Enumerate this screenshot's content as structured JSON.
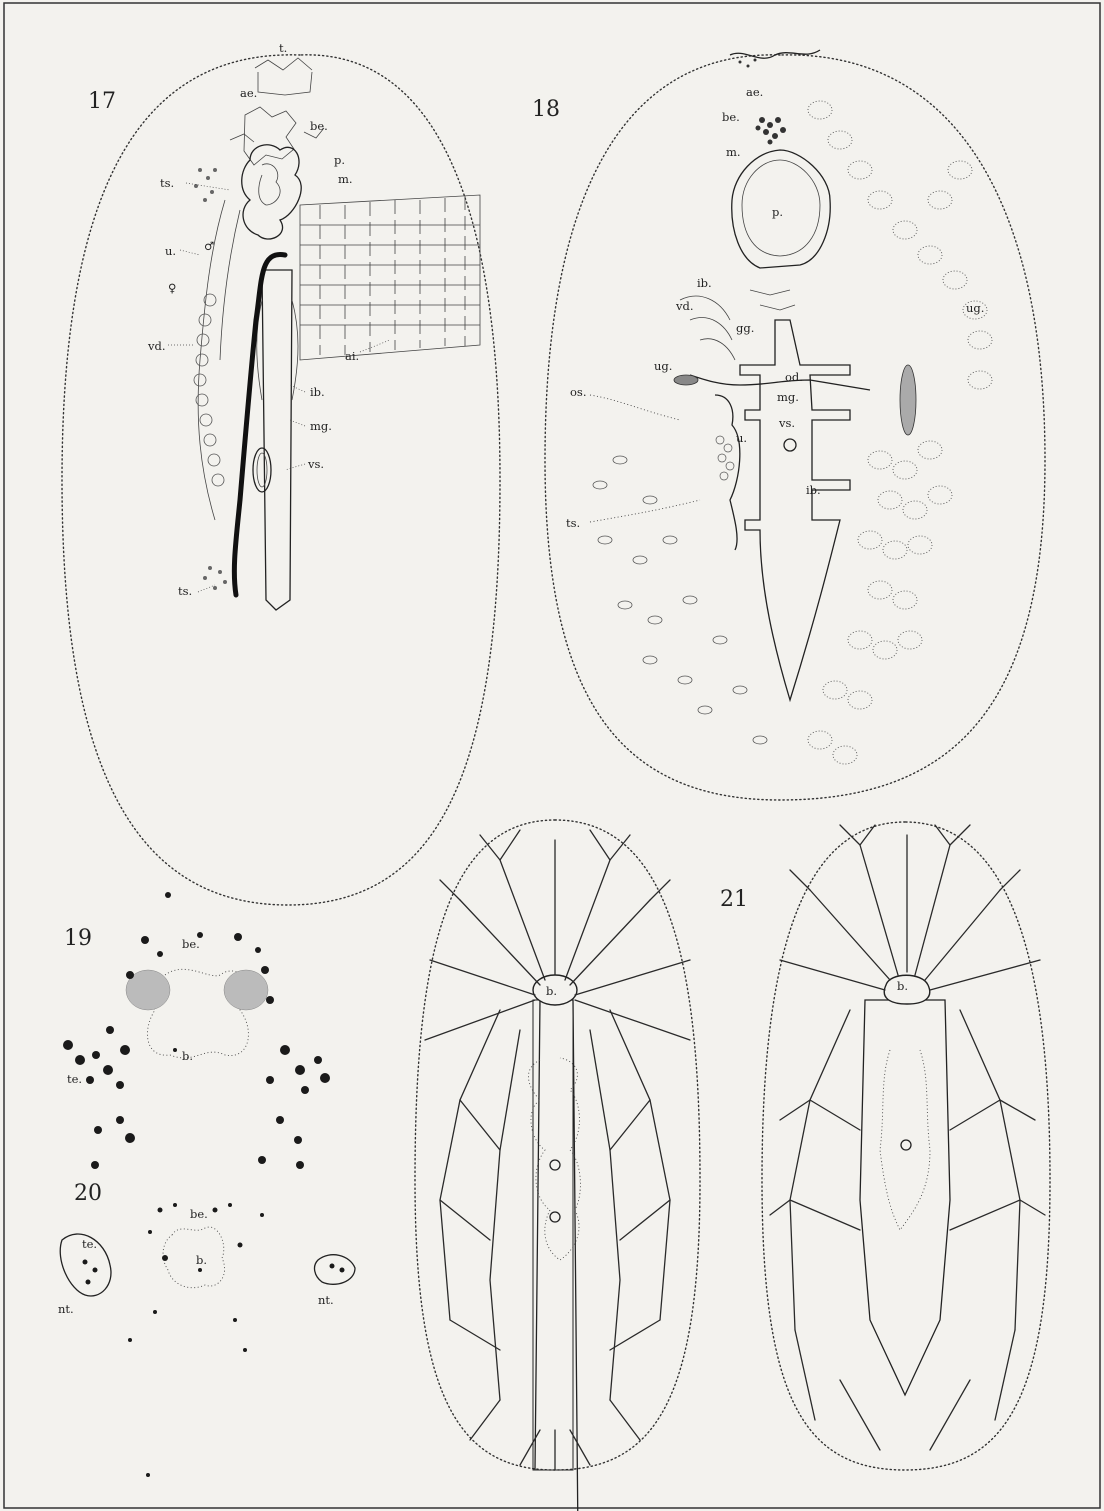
{
  "figures": {
    "fig17": {
      "number": "17",
      "labels": {
        "t": "t.",
        "ae": "ae.",
        "be": "be.",
        "p": "p.",
        "m": "m.",
        "ts_upper": "ts.",
        "male": "♂",
        "u": "u.",
        "female": "♀",
        "vd": "vd.",
        "ai": "ai.",
        "ib": "ib.",
        "mg": "mg.",
        "vs": "vs.",
        "ts_lower": "ts."
      }
    },
    "fig18": {
      "number": "18",
      "labels": {
        "ae": "ae.",
        "be": "be.",
        "m": "m.",
        "p": "p.",
        "ib_upper": "ib.",
        "vd": "vd.",
        "gg": "gg.",
        "ug_right": "ug.",
        "ug_left": "ug.",
        "os": "os.",
        "od": "od.",
        "mg": "mg.",
        "vs": "vs.",
        "u": "u.",
        "ib_lower": "ib.",
        "ts": "ts."
      }
    },
    "fig19": {
      "number": "19",
      "labels": {
        "be": "be.",
        "te": "te.",
        "b": "b."
      }
    },
    "fig20": {
      "number": "20",
      "labels": {
        "be": "be.",
        "te": "te.",
        "b": "b.",
        "nt_left": "nt.",
        "nt_right": "nt."
      }
    },
    "fig21": {
      "number": "21",
      "labels": {
        "b_left": "b.",
        "b_right": "b."
      }
    }
  },
  "icons": [
    "male-symbol",
    "female-symbol"
  ]
}
